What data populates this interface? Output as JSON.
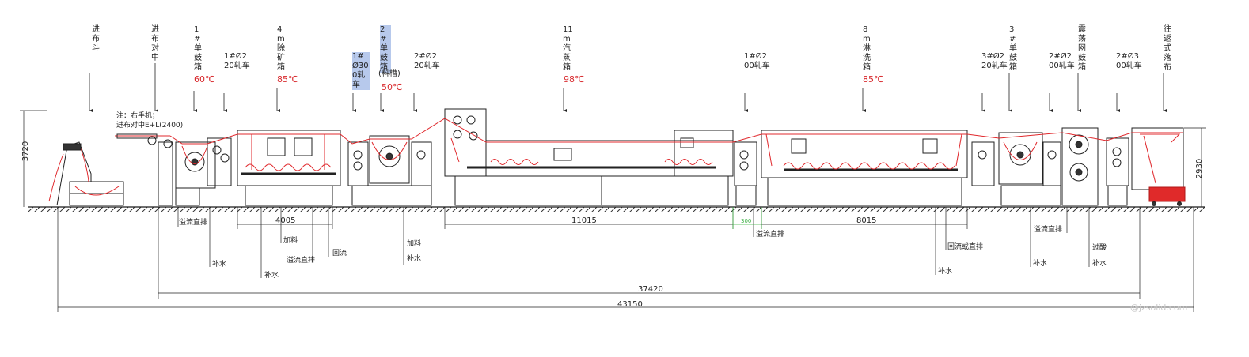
{
  "station_labels": [
    {
      "id": "feed-hopper",
      "text": "进布斗"
    },
    {
      "id": "centering",
      "text": "进布对中"
    },
    {
      "id": "tank1",
      "text": "1#单鼓箱"
    },
    {
      "id": "pad1",
      "text": "1#Ø220轧车"
    },
    {
      "id": "demineral",
      "text": "4m除矿箱"
    },
    {
      "id": "pad2",
      "text": "1#Ø300轧车"
    },
    {
      "id": "tank2",
      "text": "2#单鼓箱"
    },
    {
      "id": "tank2-sub",
      "text": "(料槽)"
    },
    {
      "id": "pad3",
      "text": "2#Ø220轧车"
    },
    {
      "id": "steamer",
      "text": "11m汽蒸箱"
    },
    {
      "id": "pad4",
      "text": "1#Ø200轧车"
    },
    {
      "id": "shower",
      "text": "8m淋洗箱"
    },
    {
      "id": "pad5",
      "text": "3#Ø220轧车"
    },
    {
      "id": "tank3",
      "text": "3#单鼓箱"
    },
    {
      "id": "pad6",
      "text": "2#Ø200轧车"
    },
    {
      "id": "vibro",
      "text": "震荡网鼓箱"
    },
    {
      "id": "pad7",
      "text": "2#Ø300轧车"
    },
    {
      "id": "folder",
      "text": "往返式落布"
    }
  ],
  "temperatures": {
    "t1": "60℃",
    "t2": "85℃",
    "t3": "50℃",
    "t4": "98℃",
    "t5": "85℃"
  },
  "note": {
    "line1": "注：右手机；",
    "line2": "进布对中E+L(2400)"
  },
  "pipe_labels": {
    "overflow1": "溢流直排",
    "water1": "补水",
    "water2": "补水",
    "add1": "加料",
    "overflow2": "溢流直排",
    "return1": "回流",
    "add2": "加料",
    "water3": "补水",
    "overflow3": "溢流直排",
    "return2": "回流或直排",
    "water4": "补水",
    "overflow4": "溢流直排",
    "water5": "补水",
    "acid": "过酸",
    "water6": "补水"
  },
  "dimensions": {
    "d4005": "4005",
    "d11015": "11015",
    "d8015": "8015",
    "d300": "300",
    "d37420": "37420",
    "d43150": "43150",
    "h3720": "3720",
    "h2930": "2930"
  },
  "watermark": "@jzsolid.com",
  "colors": {
    "line": "#1a1a1a",
    "fabric": "#e0282c",
    "temp": "#d8282c",
    "green": "#3cb043",
    "highlight": "#b7c9ec"
  }
}
